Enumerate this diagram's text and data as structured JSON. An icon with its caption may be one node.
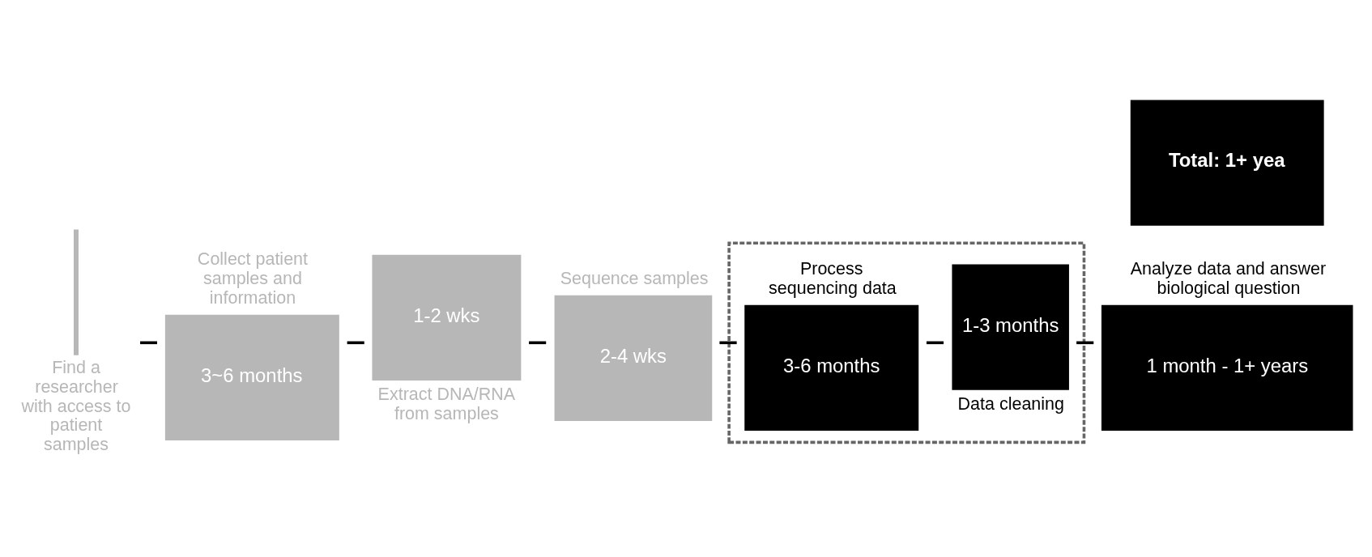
{
  "diagram": {
    "nodes": [
      {
        "text": [],
        "shape": "bar",
        "beside": [
          "Find a researcher with access to patient samples"
        ]
      },
      {
        "text": [
          "Collect patient samples and information",
          "3~6 months"
        ]
      },
      {
        "text": [
          "1-2 wks",
          "Extract DNA/RNA from samples"
        ]
      },
      {
        "text": [
          "Sequence samples",
          "2-4 wks"
        ]
      },
      {
        "text": [],
        "shape": "box"
      },
      {
        "text": [
          "Process sequencing data",
          "3-6 months"
        ],
        "in": 4
      },
      {
        "text": [
          "1-3 months",
          "Data cleaning"
        ],
        "in": 4
      },
      {
        "text": [
          "Analyze data and answer biological question",
          "1 month - 1+ years"
        ]
      },
      {
        "text": [
          "Total: 1+ yea"
        ]
      }
    ],
    "edges": [
      {
        "from": 0,
        "to": 1,
        "arrow": "none"
      },
      {
        "from": 1,
        "to": 2,
        "arrow": "none"
      },
      {
        "from": 2,
        "to": 3,
        "arrow": "none"
      },
      {
        "from": 3,
        "to": 5,
        "arrow": "none"
      },
      {
        "from": 5,
        "to": 6,
        "arrow": "none"
      },
      {
        "from": 6,
        "to": 7,
        "arrow": "none"
      }
    ]
  }
}
